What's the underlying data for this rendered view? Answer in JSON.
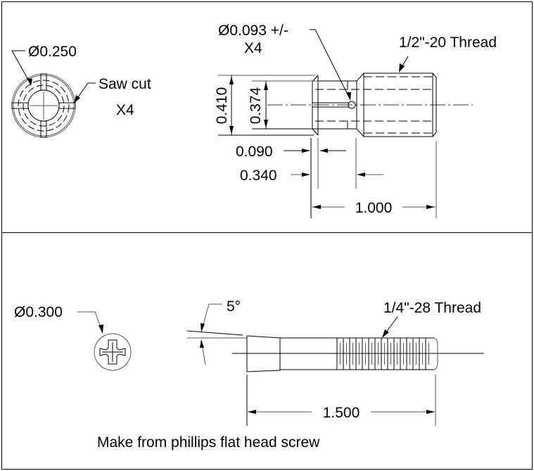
{
  "top_view": {
    "end_view_diameter": "Ø0.250",
    "saw_cut_label": "Saw cut",
    "saw_cut_count": "X4",
    "hole_diameter": "Ø0.093 +/-",
    "hole_count": "X4",
    "thread_label": "1/2\"-20 Thread",
    "dim_outer": "0.410",
    "dim_inner": "0.374",
    "dim_flange": "0.090",
    "dim_body": "0.340",
    "dim_length": "1.000"
  },
  "bottom_view": {
    "head_diameter": "Ø0.300",
    "angle": "5°",
    "thread_label": "1/4\"-28 Thread",
    "dim_length": "1.500",
    "note": "Make from phillips flat head screw"
  }
}
